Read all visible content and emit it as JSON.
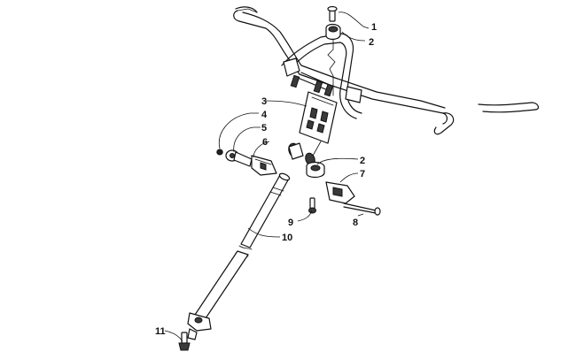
{
  "callouts": [
    {
      "id": "c1",
      "label": "1"
    },
    {
      "id": "c2a",
      "label": "2"
    },
    {
      "id": "c3",
      "label": "3"
    },
    {
      "id": "c4",
      "label": "4"
    },
    {
      "id": "c5",
      "label": "5"
    },
    {
      "id": "c6",
      "label": "6"
    },
    {
      "id": "c2b",
      "label": "2"
    },
    {
      "id": "c7",
      "label": "7"
    },
    {
      "id": "c9",
      "label": "9"
    },
    {
      "id": "c8",
      "label": "8"
    },
    {
      "id": "c10",
      "label": "10"
    },
    {
      "id": "c11",
      "label": "11"
    }
  ]
}
